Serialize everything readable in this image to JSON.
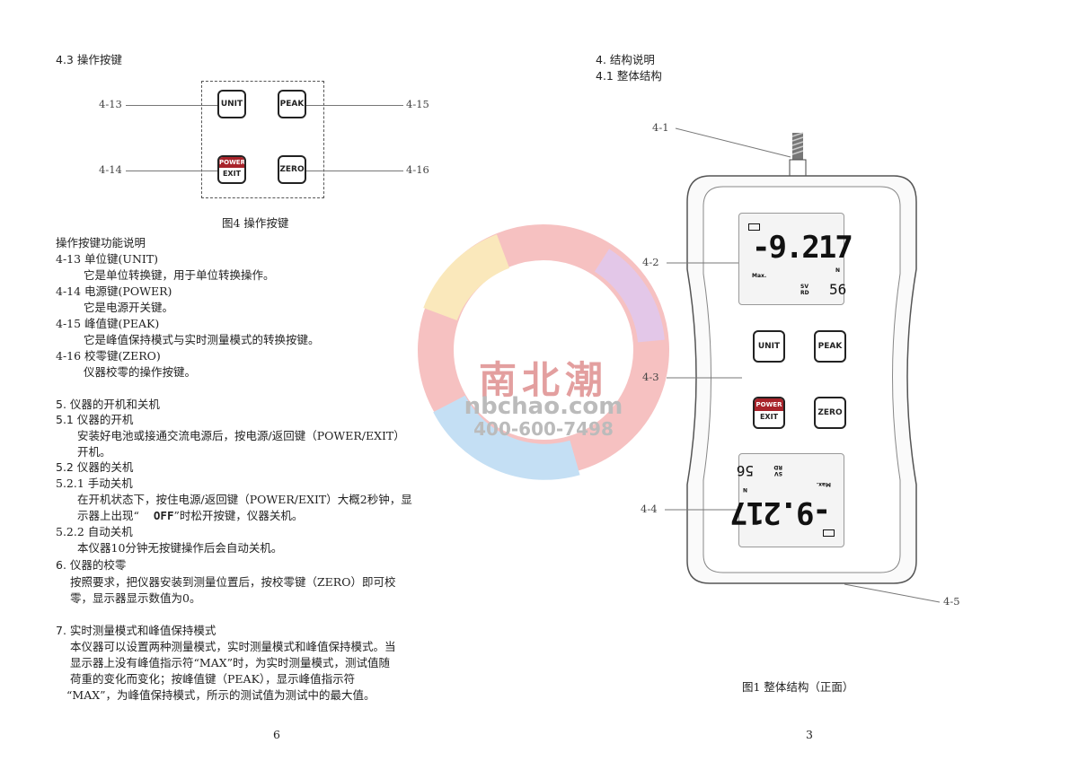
{
  "watermark": {
    "logo_cn": "南北潮",
    "logo_en": "nbchao.com",
    "phone": "400-600-7498"
  },
  "left": {
    "section_4_3": "4.3 操作按键",
    "figure4": {
      "caption": "图4 操作按键",
      "labels": {
        "unit": "4-13",
        "power": "4-14",
        "peak": "4-15",
        "zero": "4-16"
      },
      "buttons": {
        "unit": "UNIT",
        "peak": "PEAK",
        "power": "POWER",
        "exit": "EXIT",
        "zero": "ZERO"
      }
    },
    "lines": [
      "操作按键功能说明",
      "4-13 单位键(UNIT)",
      "它是单位转换键，用于单位转换操作。",
      "4-14 电源键(POWER)",
      "它是电源开关键。",
      "4-15 峰值键(PEAK)",
      "它是峰值保持模式与实时测量模式的转换按键。",
      "4-16 校零键(ZERO)",
      "仪器校零的操作按键。",
      "5.  仪器的开机和关机",
      "5.1 仪器的开机",
      "安装好电池或接通交流电源后，按电源/返回键（POWER/EXIT）",
      "开机。",
      "5.2 仪器的关机",
      "5.2.1 手动关机",
      "在开机状态下，按住电源/返回键（POWER/EXIT）大概2秒钟，显",
      "示器上出现“",
      "OFF",
      "”时松开按键，仪器关机。",
      "5.2.2 自动关机",
      "本仪器10分钟无按键操作后会自动关机。",
      "6.  仪器的校零",
      "按照要求，把仪器安装到测量位置后，按校零键（ZERO）即可校",
      "零，显示器显示数值为0。",
      "7.  实时测量模式和峰值保持模式",
      "本仪器可以设置两种测量模式，实时测量模式和峰值保持模式。当",
      "显示器上没有峰值指示符“MAX”时，为实时测量模式，测试值随",
      "荷重的变化而变化；按峰值键（PEAK），显示峰值指示符",
      "“MAX”，为峰值保持模式，所示的测试值为测试中的最大值。"
    ],
    "page_number": "6"
  },
  "right": {
    "section_4": "4. 结构说明",
    "section_4_1": "4.1  整体结构",
    "figure1": {
      "caption": "图1  整体结构（正面）",
      "labels": [
        "4-1",
        "4-2",
        "4-3",
        "4-4",
        "4-5"
      ],
      "top_lcd": {
        "value": "-9.217",
        "unit": "N",
        "max": "Max.",
        "sv": "SV",
        "rd": "RD",
        "small": "56"
      },
      "bottom_lcd": {
        "value": "-9.217",
        "unit": "N",
        "max": "Max.",
        "sv": "SV",
        "rd": "RD",
        "small": "56"
      },
      "buttons": {
        "unit": "UNIT",
        "peak": "PEAK",
        "power": "POWER",
        "exit": "EXIT",
        "zero": "ZERO"
      }
    },
    "page_number": "3"
  }
}
